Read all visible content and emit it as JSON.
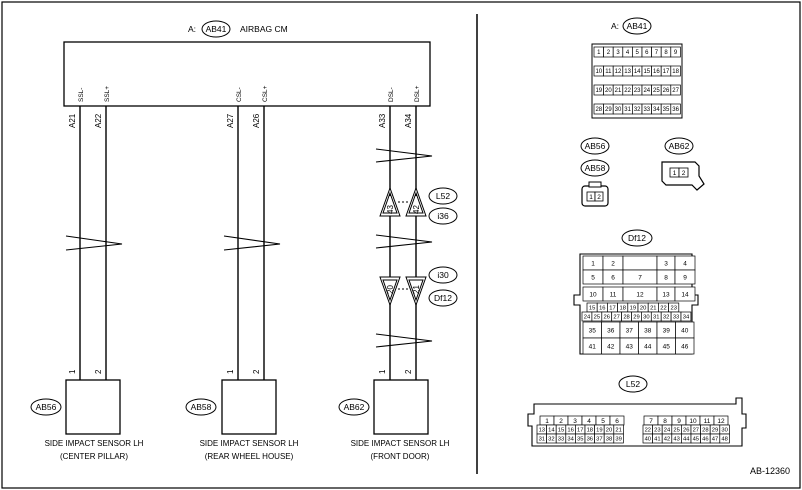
{
  "diagram_id": "AB-12360",
  "cm": {
    "connector": "AB41",
    "prefix": "A:",
    "name": "AIRBAG CM"
  },
  "pins": [
    {
      "pin": "A21",
      "sig": "SSL-"
    },
    {
      "pin": "A22",
      "sig": "SSL+"
    },
    {
      "pin": "A27",
      "sig": "CSL-"
    },
    {
      "pin": "A26",
      "sig": "CSL+"
    },
    {
      "pin": "A33",
      "sig": "DSL-"
    },
    {
      "pin": "A34",
      "sig": "DSL+"
    }
  ],
  "inline": {
    "L52": "L52",
    "i36": "i36",
    "i30": "i30",
    "Df12": "Df12",
    "p43": "43",
    "p42": "42",
    "p20": "20",
    "p21": "21"
  },
  "sensors": [
    {
      "conn": "AB56",
      "line1": "SIDE IMPACT SENSOR LH",
      "line2": "(CENTER PILLAR)",
      "p1": "1",
      "p2": "2"
    },
    {
      "conn": "AB58",
      "line1": "SIDE IMPACT SENSOR LH",
      "line2": "(REAR WHEEL HOUSE)",
      "p1": "1",
      "p2": "2"
    },
    {
      "conn": "AB62",
      "line1": "SIDE IMPACT SENSOR LH",
      "line2": "(FRONT DOOR)",
      "p1": "1",
      "p2": "2"
    }
  ],
  "conn_views": {
    "ab41": {
      "prefix": "A:",
      "name": "AB41",
      "rows": [
        [
          "1",
          "2",
          "3",
          "4",
          "5",
          "6",
          "7",
          "8",
          "9"
        ],
        [
          "10",
          "11",
          "12",
          "13",
          "14",
          "15",
          "16",
          "17",
          "18"
        ],
        [
          "19",
          "20",
          "21",
          "22",
          "23",
          "24",
          "25",
          "26",
          "27"
        ],
        [
          "28",
          "29",
          "30",
          "31",
          "32",
          "33",
          "34",
          "35",
          "36"
        ]
      ]
    },
    "ab56": "AB56",
    "ab58": "AB58",
    "ab62": "AB62",
    "pins12": [
      "1",
      "2"
    ],
    "df12": {
      "name": "Df12",
      "rows_a": [
        [
          "1",
          "2",
          "",
          "3",
          "4"
        ],
        [
          "5",
          "6",
          "7",
          "8",
          "9"
        ],
        [
          "10",
          "11",
          "12",
          "13",
          "14"
        ]
      ],
      "mid1": [
        "15",
        "16",
        "17",
        "18",
        "19",
        "20",
        "21",
        "22",
        "23"
      ],
      "mid2": [
        "24",
        "25",
        "26",
        "27",
        "28",
        "29",
        "30",
        "31",
        "32",
        "33",
        "34"
      ],
      "rows_b": [
        [
          "35",
          "36",
          "37",
          "38",
          "39",
          "40"
        ],
        [
          "41",
          "42",
          "43",
          "44",
          "45",
          "46"
        ]
      ]
    },
    "l52": {
      "name": "L52",
      "r1l": [
        "1",
        "2",
        "3",
        "4",
        "5",
        "6"
      ],
      "r1r": [
        "7",
        "8",
        "9",
        "10",
        "11",
        "12"
      ],
      "r2l": [
        "13",
        "14",
        "15",
        "16",
        "17",
        "18",
        "19",
        "20",
        "21"
      ],
      "r2r": [
        "22",
        "23",
        "24",
        "25",
        "26",
        "27",
        "28",
        "29",
        "30"
      ],
      "r3l": [
        "31",
        "32",
        "33",
        "34",
        "35",
        "36",
        "37",
        "38",
        "39"
      ],
      "r3r": [
        "40",
        "41",
        "42",
        "43",
        "44",
        "45",
        "46",
        "47",
        "48"
      ]
    }
  }
}
